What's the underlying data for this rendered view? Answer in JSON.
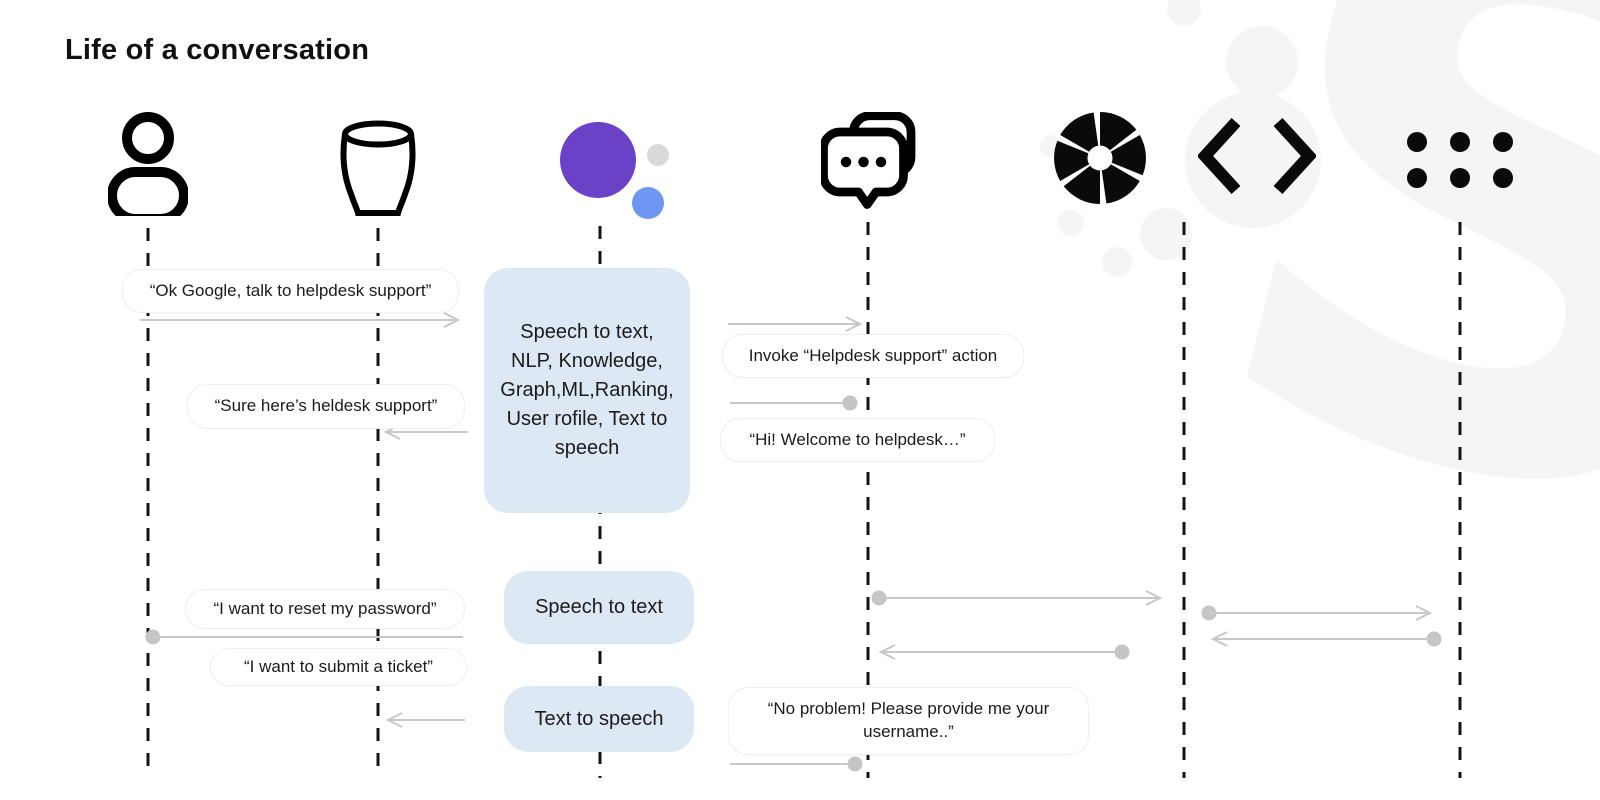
{
  "title": "Life of a conversation",
  "actors": [
    {
      "name": "user",
      "icon": "person-icon"
    },
    {
      "name": "smart-speaker",
      "icon": "google-home-speaker-icon"
    },
    {
      "name": "google-assistant",
      "icon": "google-assistant-icon"
    },
    {
      "name": "conversation-agent",
      "icon": "chat-bubbles-icon"
    },
    {
      "name": "webhook-code",
      "icon": "aperture-icon + code-brackets-icon"
    },
    {
      "name": "integrations",
      "icon": "dots-grid-icon"
    }
  ],
  "bubbles": {
    "ok_google": "“Ok Google, talk to helpdesk support”",
    "sure_heldesk": "“Sure here’s heldesk support”",
    "invoke_action": "Invoke “Helpdesk support” action",
    "hi_welcome": "“Hi! Welcome to helpdesk…”",
    "reset_password": "“I want to reset my password”",
    "submit_ticket": "“I want to submit a ticket”",
    "no_problem": "“No problem! Please provide me your\nusername..”"
  },
  "process_boxes": {
    "pipeline": "Speech to text,\nNLP, Knowledge,\nGraph,ML,Ranking,\nUser rofile, Text to\nspeech",
    "speech_to_text": "Speech to text",
    "text_to_speech": "Text to speech"
  },
  "colors": {
    "assistant_purple": "#6B41C8",
    "assistant_blue": "#6D97F3",
    "assistant_gray": "#D9D9D9",
    "process_box_blue": "#DCE9F5",
    "arrow_gray": "#C8C8C8",
    "lifeline_black": "#141414",
    "watermark_gray": "#F5F5F6"
  }
}
